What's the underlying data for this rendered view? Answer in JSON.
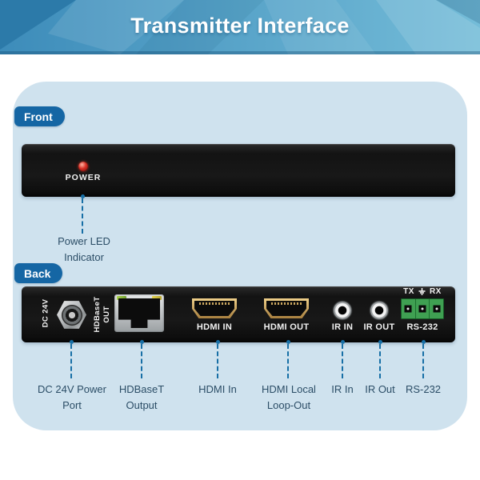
{
  "header": {
    "title": "Transmitter Interface"
  },
  "front": {
    "badge": "Front",
    "power_label": "POWER",
    "led_icon": "power-led",
    "annotation": {
      "line1": "Power LED",
      "line2": "Indicator"
    }
  },
  "back": {
    "badge": "Back",
    "ports": {
      "dc": "DC 24V",
      "hdbaset_line1": "HDBaseT",
      "hdbaset_line2": "OUT",
      "hdmi_in": "HDMI IN",
      "hdmi_out": "HDMI OUT",
      "ir_in": "IR IN",
      "ir_out": "IR OUT",
      "rs232": "RS-232",
      "tx": "TX",
      "rx": "RX",
      "ground_icon": "earth-ground"
    },
    "annotations": [
      {
        "line1": "DC 24V Power",
        "line2": "Port"
      },
      {
        "line1": "HDBaseT",
        "line2": "Output"
      },
      {
        "line1": "HDMI In",
        "line2": ""
      },
      {
        "line1": "HDMI Local",
        "line2": "Loop-Out"
      },
      {
        "line1": "IR In",
        "line2": ""
      },
      {
        "line1": "IR Out",
        "line2": ""
      },
      {
        "line1": "RS-232",
        "line2": ""
      }
    ]
  },
  "colors": {
    "badge_blue": "#1566a4",
    "card_bg": "#cfe2ee",
    "dash_line": "#176fa6",
    "annotation_text": "#2b4d66",
    "led_red": "#d93025",
    "banner_left": "#3d8cba",
    "banner_right": "#74bcd8",
    "panel_black": "#161616",
    "hdmi_gold": "#c9a55e",
    "rs232_green": "#3fa052"
  }
}
